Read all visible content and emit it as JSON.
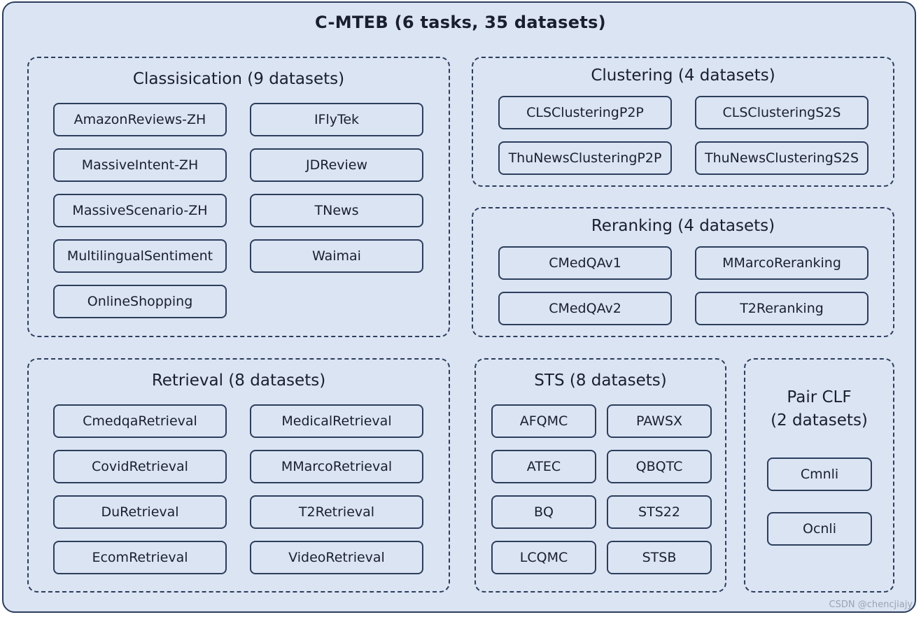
{
  "title": "C-MTEB (6 tasks, 35 datasets)",
  "groups": {
    "classification": {
      "title": "Classisication (9 datasets)",
      "items": [
        "AmazonReviews-ZH",
        "IFlyTek",
        "MassiveIntent-ZH",
        "JDReview",
        "MassiveScenario-ZH",
        "TNews",
        "MultilingualSentiment",
        "Waimai",
        "OnlineShopping"
      ]
    },
    "clustering": {
      "title": "Clustering (4 datasets)",
      "items": [
        "CLSClusteringP2P",
        "CLSClusteringS2S",
        "ThuNewsClusteringP2P",
        "ThuNewsClusteringS2S"
      ]
    },
    "reranking": {
      "title": "Reranking (4 datasets)",
      "items": [
        "CMedQAv1",
        "MMarcoReranking",
        "CMedQAv2",
        "T2Reranking"
      ]
    },
    "retrieval": {
      "title": "Retrieval (8 datasets)",
      "items": [
        "CmedqaRetrieval",
        "MedicalRetrieval",
        "CovidRetrieval",
        "MMarcoRetrieval",
        "DuRetrieval",
        "T2Retrieval",
        "EcomRetrieval",
        "VideoRetrieval"
      ]
    },
    "sts": {
      "title": "STS (8 datasets)",
      "items": [
        "AFQMC",
        "PAWSX",
        "ATEC",
        "QBQTC",
        "BQ",
        "STS22",
        "LCQMC",
        "STSB"
      ]
    },
    "pair_clf": {
      "title_line1": "Pair CLF",
      "title_line2": "(2 datasets)",
      "items": [
        "Cmnli",
        "Ocnli"
      ]
    }
  },
  "watermark": "CSDN @chencjiajy"
}
